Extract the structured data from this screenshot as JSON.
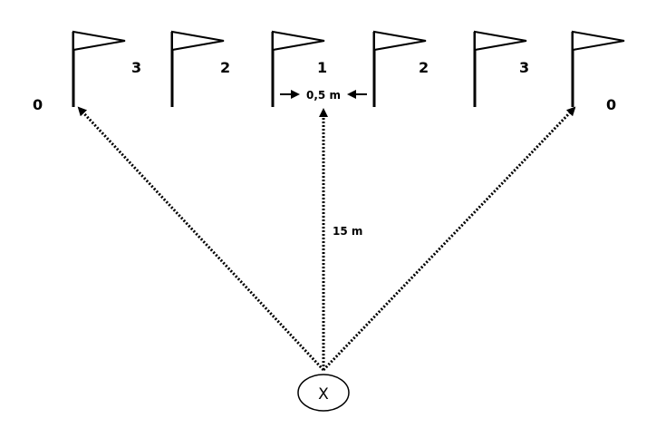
{
  "flags": [
    {
      "id": "flag-1",
      "score_label": "3"
    },
    {
      "id": "flag-2",
      "score_label": "2"
    },
    {
      "id": "flag-3",
      "score_label": "1"
    },
    {
      "id": "flag-4",
      "score_label": "2"
    },
    {
      "id": "flag-5",
      "score_label": "3"
    },
    {
      "id": "flag-6",
      "score_label": ""
    }
  ],
  "outside_labels": {
    "left": "0",
    "right": "0"
  },
  "measurements": {
    "gap": "0,5 m",
    "distance": "15 m"
  },
  "start": {
    "label": "X"
  }
}
